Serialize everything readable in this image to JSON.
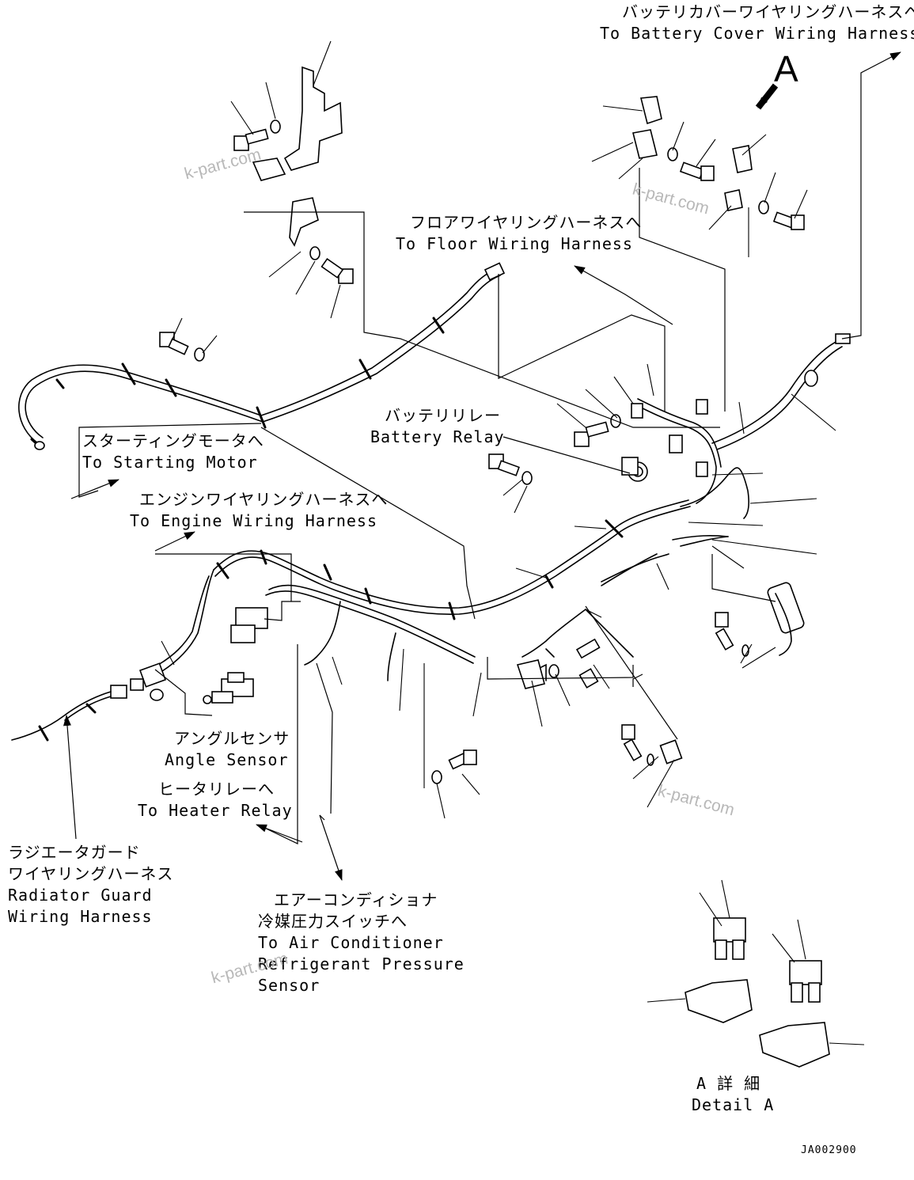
{
  "labels": {
    "battery_cover": {
      "jp": "バッテリカバーワイヤリングハーネスへ",
      "en": "To Battery Cover Wiring Harness"
    },
    "floor_harness": {
      "jp": "フロアワイヤリングハーネスへ",
      "en": "To Floor Wiring Harness"
    },
    "battery_relay": {
      "jp": "バッテリリレー",
      "en": "Battery Relay"
    },
    "starting_motor": {
      "jp": "スターティングモータへ",
      "en": "To Starting Motor"
    },
    "engine_harness": {
      "jp": "エンジンワイヤリングハーネスへ",
      "en": "To Engine Wiring Harness"
    },
    "angle_sensor": {
      "jp": "アングルセンサ",
      "en": "Angle Sensor"
    },
    "heater_relay": {
      "jp": "ヒータリレーへ",
      "en": "To Heater Relay"
    },
    "radiator_guard": {
      "jp1": "ラジエータガード",
      "jp2": "ワイヤリングハーネス",
      "en1": "Radiator Guard",
      "en2": "Wiring Harness"
    },
    "air_conditioner": {
      "jp1": "エアーコンディショナ",
      "jp2": "冷媒圧力スイッチへ",
      "en1": "To Air Conditioner",
      "en2": "Refrigerant Pressure",
      "en3": "Sensor"
    },
    "detail_a": {
      "jp": "A 詳 細",
      "en": "Detail A"
    }
  },
  "view_marker": "A",
  "drawing_code": "JA002900",
  "watermark": "k-part.com"
}
